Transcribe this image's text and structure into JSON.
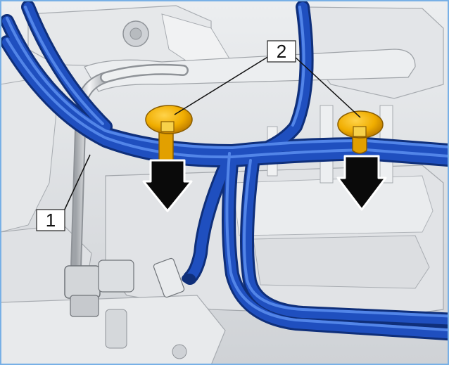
{
  "figure": {
    "callouts": [
      {
        "id": "1",
        "label": "1"
      },
      {
        "id": "2",
        "label": "2"
      }
    ],
    "colors": {
      "frame": "#78b0e6",
      "background": "#dfe1e3",
      "engine_light": "#eef0f1",
      "engine_mid": "#c9ccd0",
      "engine_dark": "#9ea2a7",
      "hose_blue": "#1f4fbf",
      "hose_blue_light": "#4d84ea",
      "hose_blue_dark": "#102f7c",
      "clip_yellow": "#f2b500",
      "clip_orange": "#c98400",
      "arrow_fill": "#0a0a0a",
      "arrow_outline": "#ffffff"
    },
    "icons": [
      "down-arrow-icon",
      "clip-icon",
      "hose-icon"
    ]
  }
}
